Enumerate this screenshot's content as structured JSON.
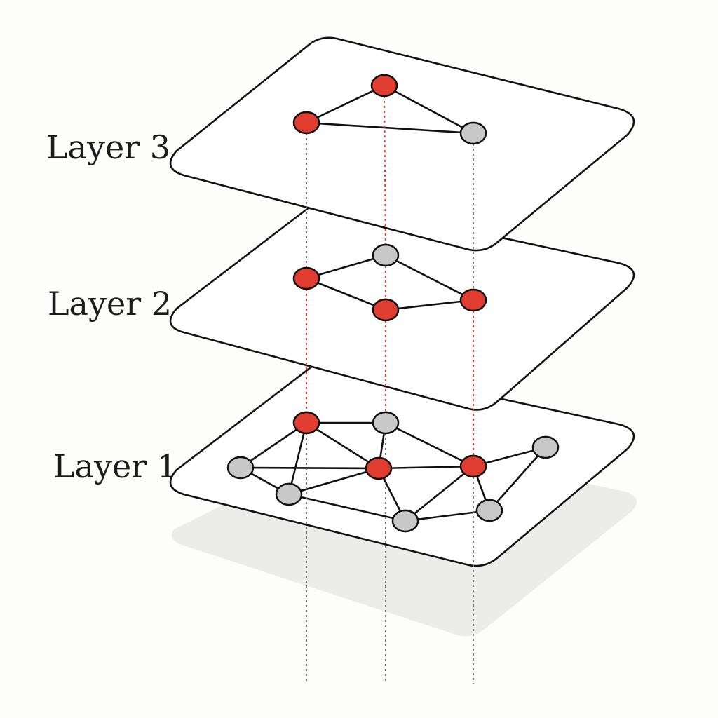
{
  "labels": {
    "layer3": "Layer 3",
    "layer2": "Layer 2",
    "layer1": "Layer 1"
  },
  "colors": {
    "active": "#e03c2f",
    "inactive": "#c8c8c8",
    "outline": "#111111",
    "background": "#fdfdfb",
    "gray_link": "#777777"
  },
  "layers": [
    {
      "id": "layer3",
      "nodes": [
        {
          "id": "a3",
          "state": "active"
        },
        {
          "id": "b3",
          "state": "active"
        },
        {
          "id": "c3",
          "state": "inactive"
        }
      ],
      "edges": [
        [
          "a3",
          "b3"
        ],
        [
          "a3",
          "c3"
        ],
        [
          "b3",
          "c3"
        ]
      ]
    },
    {
      "id": "layer2",
      "nodes": [
        {
          "id": "a2",
          "state": "active"
        },
        {
          "id": "b2",
          "state": "inactive"
        },
        {
          "id": "c2",
          "state": "active"
        },
        {
          "id": "d2",
          "state": "active"
        }
      ],
      "edges": [
        [
          "a2",
          "b2"
        ],
        [
          "a2",
          "c2"
        ],
        [
          "b2",
          "d2"
        ],
        [
          "c2",
          "d2"
        ]
      ]
    },
    {
      "id": "layer1",
      "nodes": [
        {
          "id": "n1",
          "state": "active"
        },
        {
          "id": "n2",
          "state": "inactive"
        },
        {
          "id": "n3",
          "state": "inactive"
        },
        {
          "id": "n4",
          "state": "active"
        },
        {
          "id": "n5",
          "state": "active"
        },
        {
          "id": "n6",
          "state": "inactive"
        },
        {
          "id": "n7",
          "state": "inactive"
        },
        {
          "id": "n8",
          "state": "inactive"
        },
        {
          "id": "n9",
          "state": "inactive"
        }
      ],
      "edges": [
        [
          "n1",
          "n2"
        ],
        [
          "n1",
          "n3"
        ],
        [
          "n1",
          "n4"
        ],
        [
          "n1",
          "n7"
        ],
        [
          "n2",
          "n4"
        ],
        [
          "n2",
          "n5"
        ],
        [
          "n3",
          "n4"
        ],
        [
          "n3",
          "n7"
        ],
        [
          "n4",
          "n5"
        ],
        [
          "n4",
          "n7"
        ],
        [
          "n4",
          "n8"
        ],
        [
          "n5",
          "n6"
        ],
        [
          "n5",
          "n8"
        ],
        [
          "n5",
          "n9"
        ],
        [
          "n6",
          "n9"
        ],
        [
          "n7",
          "n8"
        ],
        [
          "n8",
          "n9"
        ]
      ]
    }
  ],
  "links": [
    {
      "id": "left-column",
      "segments": [
        [
          "a3",
          "a2",
          "gray"
        ],
        [
          "a2",
          "n1",
          "red"
        ],
        [
          "n1",
          "bottom",
          "gray"
        ]
      ]
    },
    {
      "id": "middle-column",
      "segments": [
        [
          "b3",
          "b2",
          "red"
        ],
        [
          "b2",
          "c2",
          "red"
        ],
        [
          "c2",
          "n2",
          "red"
        ],
        [
          "n2",
          "bottom",
          "gray"
        ]
      ]
    },
    {
      "id": "right-column",
      "segments": [
        [
          "c3",
          "d2",
          "gray"
        ],
        [
          "d2",
          "n5",
          "red"
        ],
        [
          "n5",
          "bottom",
          "gray"
        ]
      ]
    }
  ]
}
